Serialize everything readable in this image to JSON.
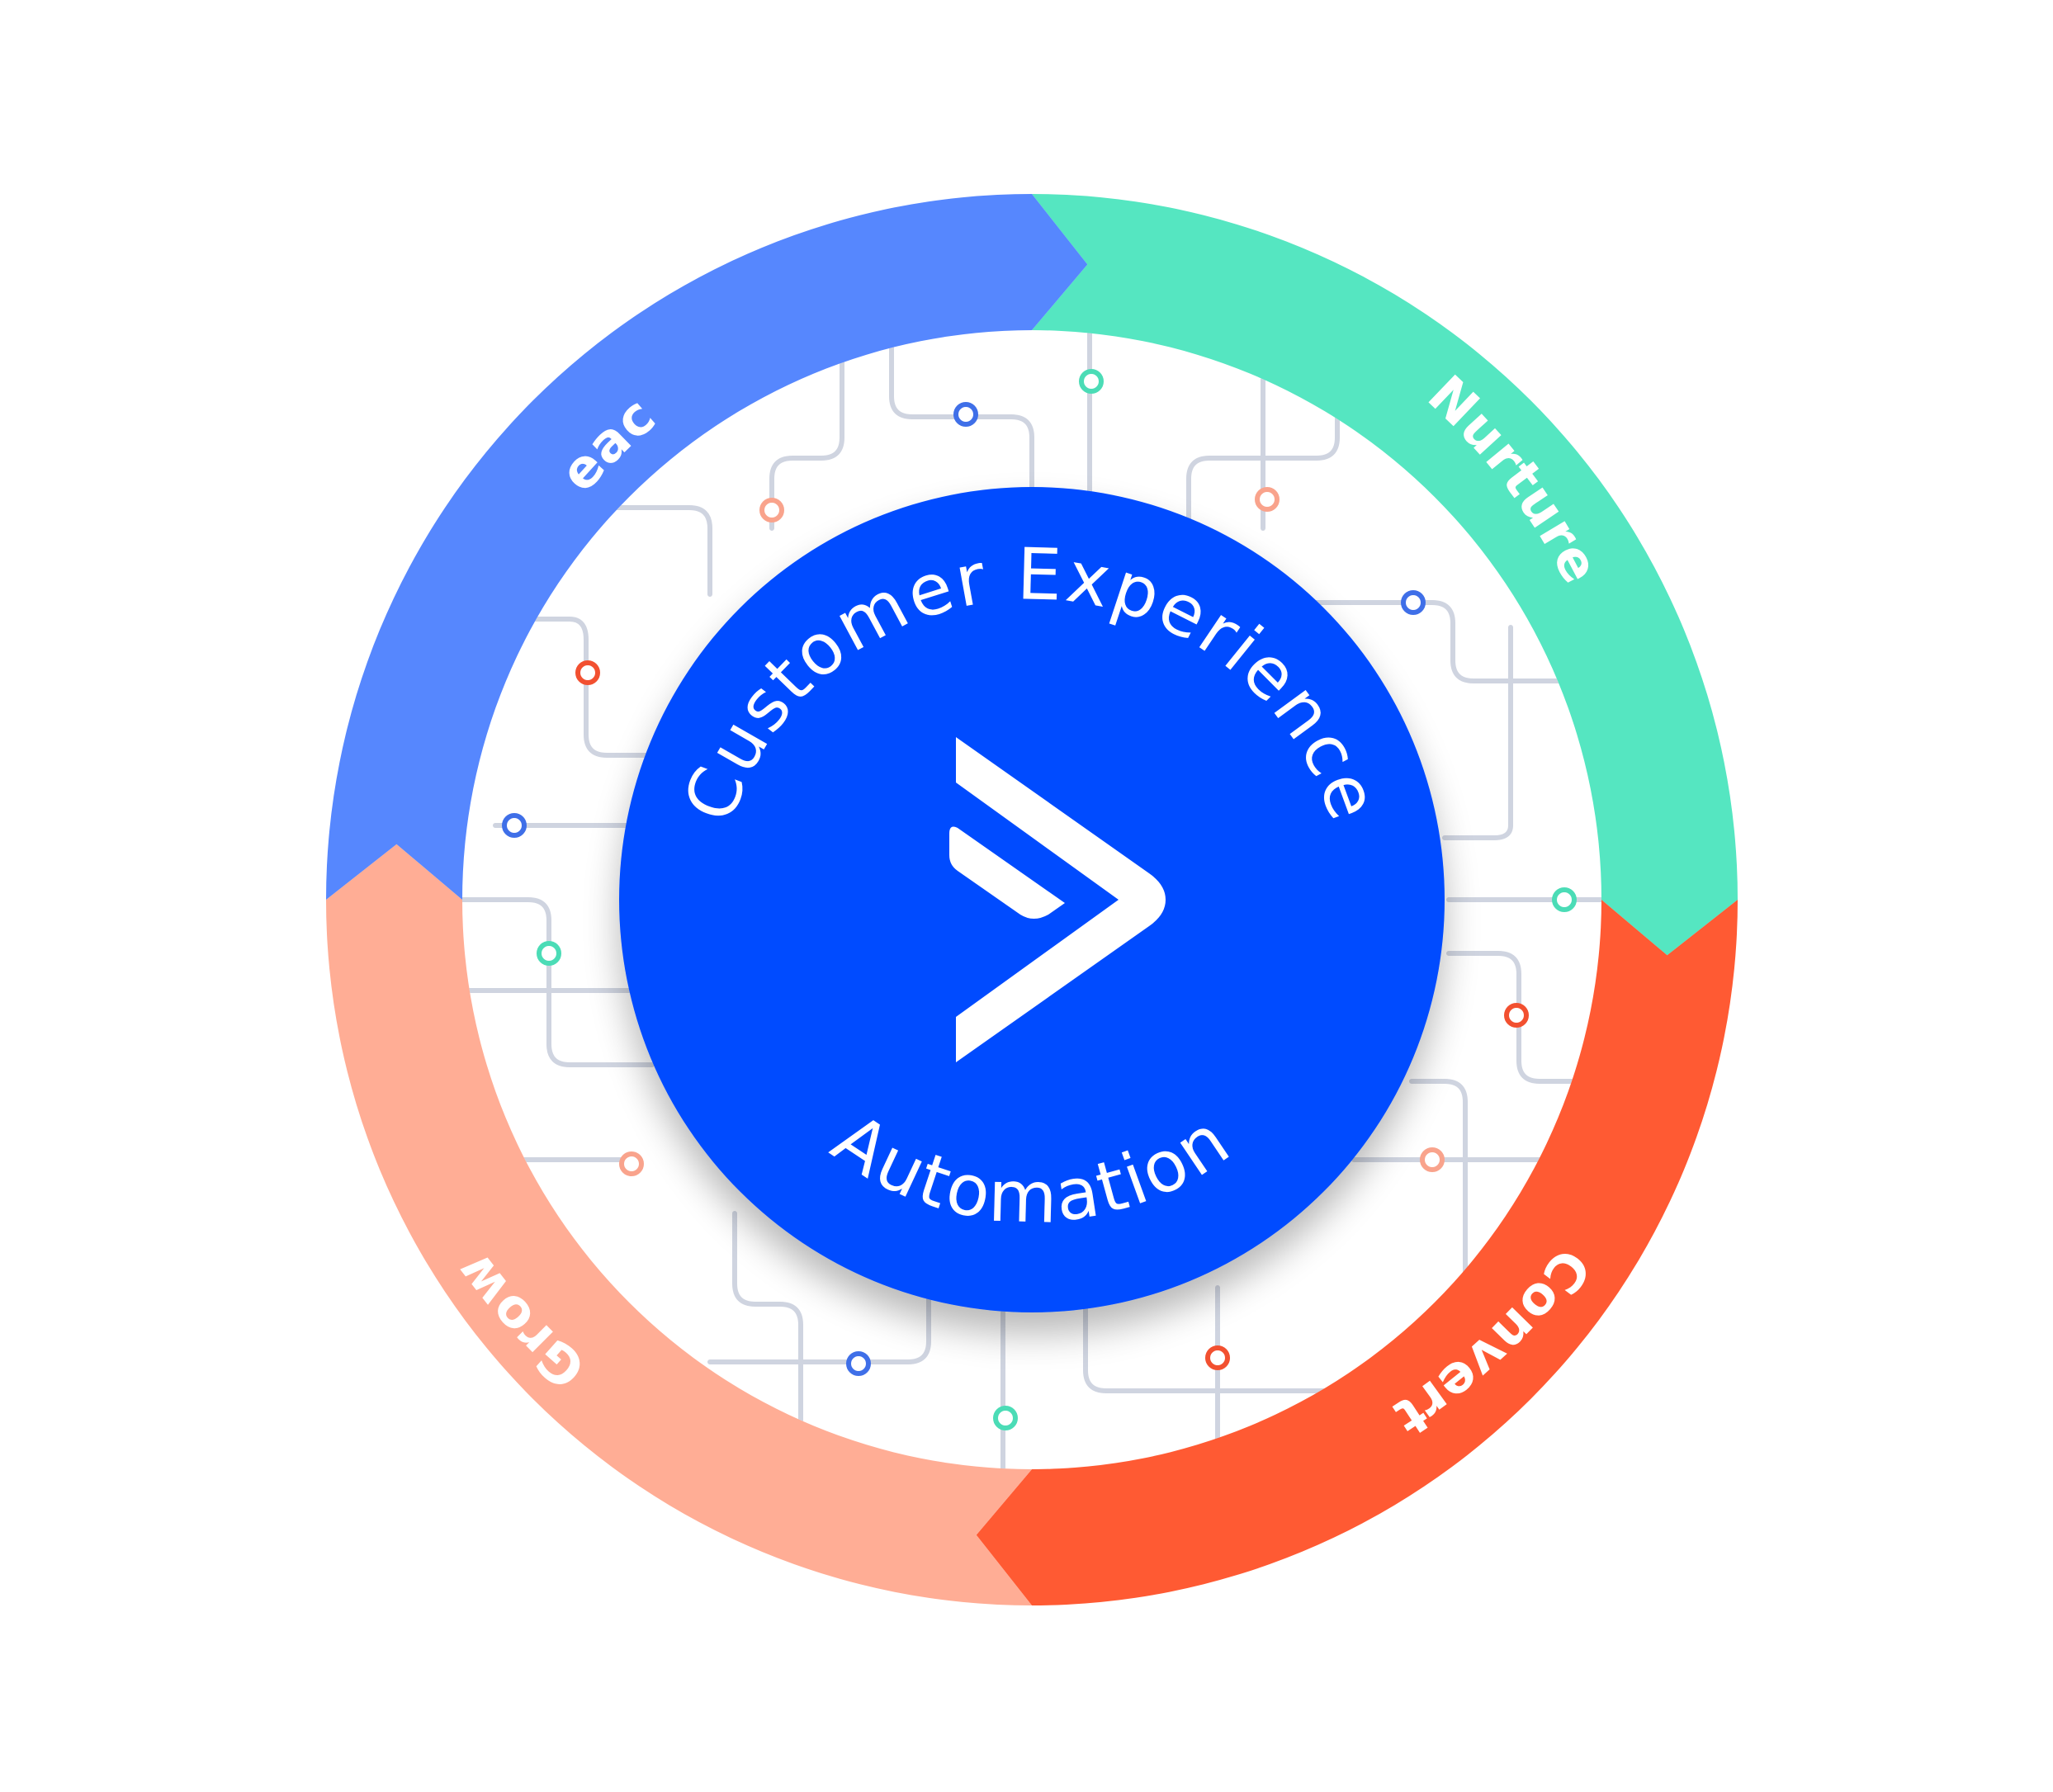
{
  "colors": {
    "reach": "#55e6c1",
    "nurture": "#ff5a33",
    "convert": "#ffad95",
    "grow": "#5687fe",
    "center": "#004cff",
    "lines": "#cfd4e0",
    "dot_blue": "#3f6fe8",
    "dot_green": "#4bdcb6",
    "dot_red": "#f25030",
    "dot_peach": "#f9a38c"
  },
  "segments": [
    {
      "id": "reach",
      "label": "Reach"
    },
    {
      "id": "nurture",
      "label": "Nurture"
    },
    {
      "id": "convert",
      "label": "Convert"
    },
    {
      "id": "grow",
      "label": "Grow"
    }
  ],
  "center": {
    "title": "Customer Experience",
    "subtitle": "Automation",
    "logo_icon": "chevron-right-icon"
  }
}
